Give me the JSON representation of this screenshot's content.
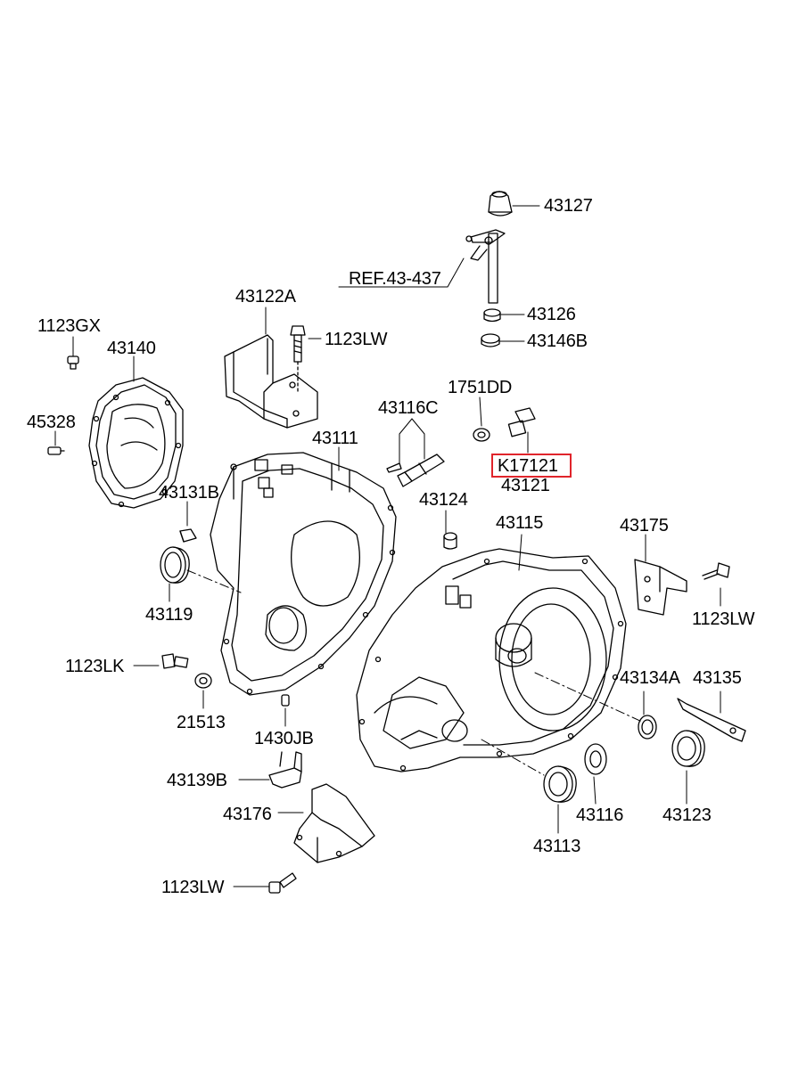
{
  "colors": {
    "line": "#000000",
    "highlight": "#e0242b",
    "background": "#ffffff"
  },
  "reference": "REF.43-437",
  "highlight": "K17121",
  "parts": {
    "p43127": "43127",
    "p43126": "43126",
    "p43146B": "43146B",
    "p43122A": "43122A",
    "p1123LW_top": "1123LW",
    "p1123GX": "1123GX",
    "p43140": "43140",
    "p45328": "45328",
    "p1751DD": "1751DD",
    "p43116C": "43116C",
    "p43111": "43111",
    "p43121": "43121",
    "p43131B": "43131B",
    "p43124": "43124",
    "p43115": "43115",
    "p43175": "43175",
    "p43119": "43119",
    "p1123LW_right": "1123LW",
    "p1123LK": "1123LK",
    "p43134A": "43134A",
    "p43135": "43135",
    "p21513": "21513",
    "p1430JB": "1430JB",
    "p43139B": "43139B",
    "p43116": "43116",
    "p43123": "43123",
    "p43176": "43176",
    "p43113": "43113",
    "p1123LW_bottom": "1123LW"
  }
}
